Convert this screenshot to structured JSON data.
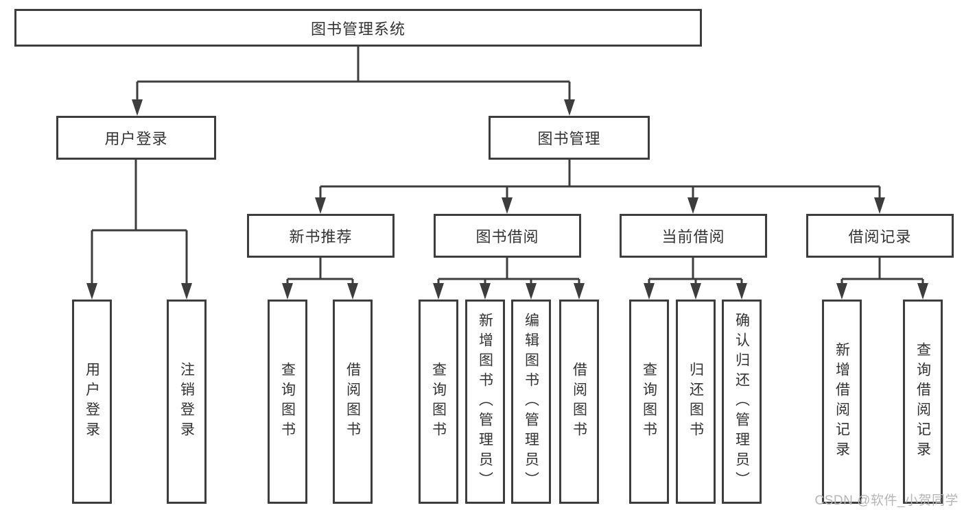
{
  "diagram": {
    "root": {
      "label": "图书管理系统"
    },
    "level2": [
      {
        "label": "用户登录"
      },
      {
        "label": "图书管理"
      }
    ],
    "level3": [
      {
        "label": "新书推荐",
        "parent": "图书管理"
      },
      {
        "label": "图书借阅",
        "parent": "图书管理"
      },
      {
        "label": "当前借阅",
        "parent": "图书管理"
      },
      {
        "label": "借阅记录",
        "parent": "图书管理"
      }
    ],
    "leaves": [
      {
        "label": "用户登录",
        "parent": "用户登录"
      },
      {
        "label": "注销登录",
        "parent": "用户登录"
      },
      {
        "label": "查询图书",
        "parent": "新书推荐"
      },
      {
        "label": "借阅图书",
        "parent": "新书推荐"
      },
      {
        "label": "查询图书",
        "parent": "图书借阅"
      },
      {
        "label": "新增图书（管理员）",
        "parent": "图书借阅"
      },
      {
        "label": "编辑图书（管理员）",
        "parent": "图书借阅"
      },
      {
        "label": "借阅图书",
        "parent": "图书借阅"
      },
      {
        "label": "查询图书",
        "parent": "当前借阅"
      },
      {
        "label": "归还图书",
        "parent": "当前借阅"
      },
      {
        "label": "确认归还（管理员）",
        "parent": "当前借阅"
      },
      {
        "label": "新增借阅记录",
        "parent": "借阅记录"
      },
      {
        "label": "查询借阅记录",
        "parent": "借阅记录"
      }
    ],
    "watermark": "CSDN @软件_小贺同学",
    "colors": {
      "line": "#3d3d3d",
      "text": "#333333",
      "watermark": "#b5b5b5",
      "background": "#ffffff"
    }
  }
}
